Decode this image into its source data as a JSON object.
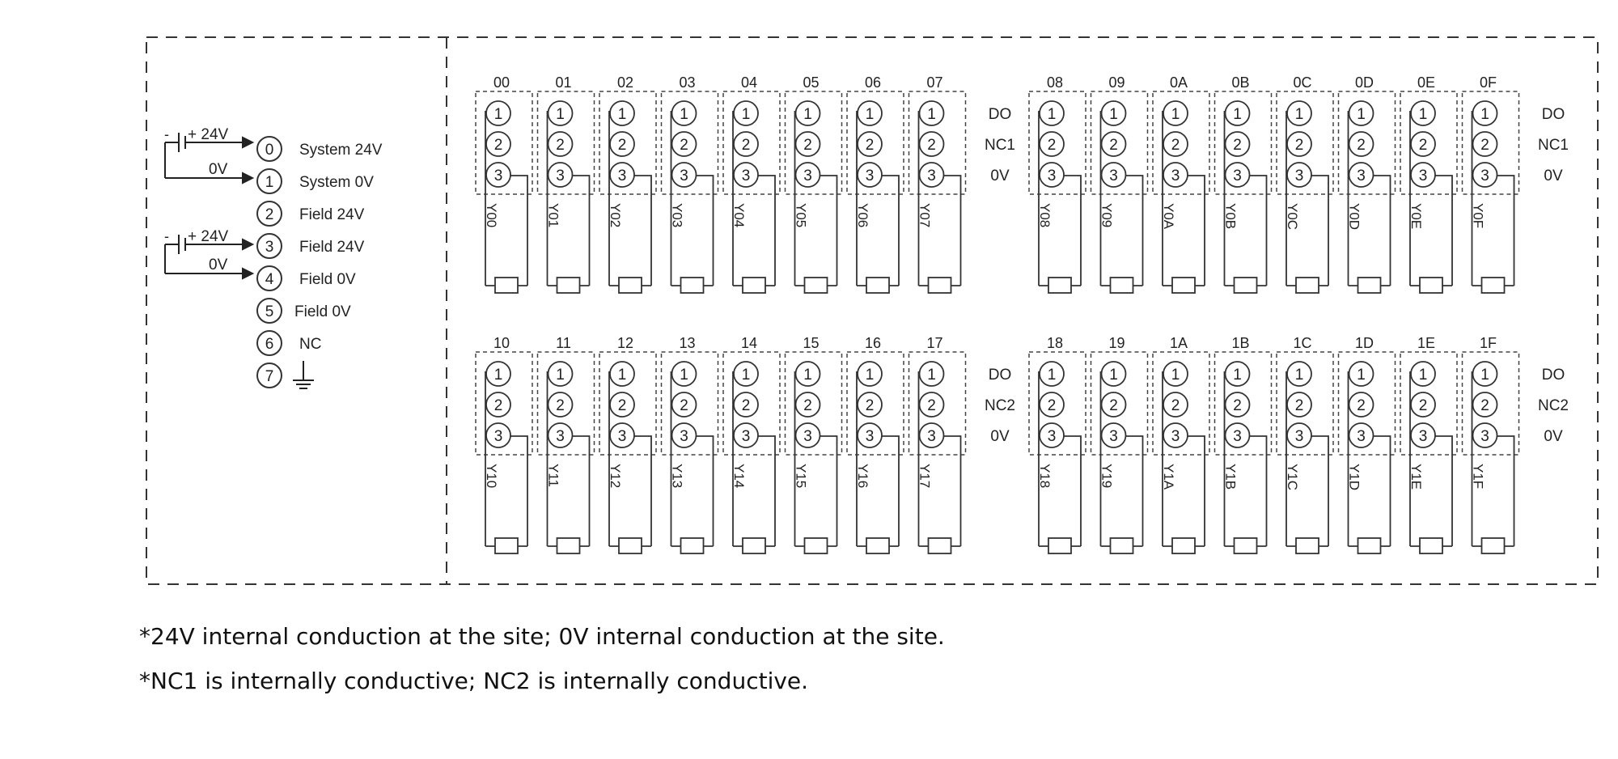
{
  "power": {
    "supply_plus_label": "+ 24V",
    "supply_minus_label": "-",
    "supply_0v_label": "0V",
    "pins": [
      {
        "num": "0",
        "label": "System 24V"
      },
      {
        "num": "1",
        "label": "System 0V"
      },
      {
        "num": "2",
        "label": "Field 24V"
      },
      {
        "num": "3",
        "label": "Field 24V"
      },
      {
        "num": "4",
        "label": "Field 0V"
      },
      {
        "num": "5",
        "label": "Field 0V"
      },
      {
        "num": "6",
        "label": "NC"
      },
      {
        "num": "7",
        "label": "",
        "icon": "ground-icon"
      }
    ]
  },
  "terminal_pin_numbers": [
    "1",
    "2",
    "3"
  ],
  "channel_groups": [
    {
      "channels": [
        "00",
        "01",
        "02",
        "03",
        "04",
        "05",
        "06",
        "07"
      ],
      "outputs": [
        "Y00",
        "Y01",
        "Y02",
        "Y03",
        "Y04",
        "Y05",
        "Y06",
        "Y07"
      ],
      "rail_labels": [
        "DO",
        "NC1",
        "0V"
      ]
    },
    {
      "channels": [
        "08",
        "09",
        "0A",
        "0B",
        "0C",
        "0D",
        "0E",
        "0F"
      ],
      "outputs": [
        "Y08",
        "Y09",
        "Y0A",
        "Y0B",
        "Y0C",
        "Y0D",
        "Y0E",
        "Y0F"
      ],
      "rail_labels": [
        "DO",
        "NC1",
        "0V"
      ]
    },
    {
      "channels": [
        "10",
        "11",
        "12",
        "13",
        "14",
        "15",
        "16",
        "17"
      ],
      "outputs": [
        "Y10",
        "Y11",
        "Y12",
        "Y13",
        "Y14",
        "Y15",
        "Y16",
        "Y17"
      ],
      "rail_labels": [
        "DO",
        "NC2",
        "0V"
      ]
    },
    {
      "channels": [
        "18",
        "19",
        "1A",
        "1B",
        "1C",
        "1D",
        "1E",
        "1F"
      ],
      "outputs": [
        "Y18",
        "Y19",
        "Y1A",
        "Y1B",
        "Y1C",
        "Y1D",
        "Y1E",
        "Y1F"
      ],
      "rail_labels": [
        "DO",
        "NC2",
        "0V"
      ]
    }
  ],
  "notes": [
    "*24V internal conduction at the site; 0V internal conduction at the site.",
    "*NC1 is internally conductive; NC2 is internally conductive."
  ]
}
